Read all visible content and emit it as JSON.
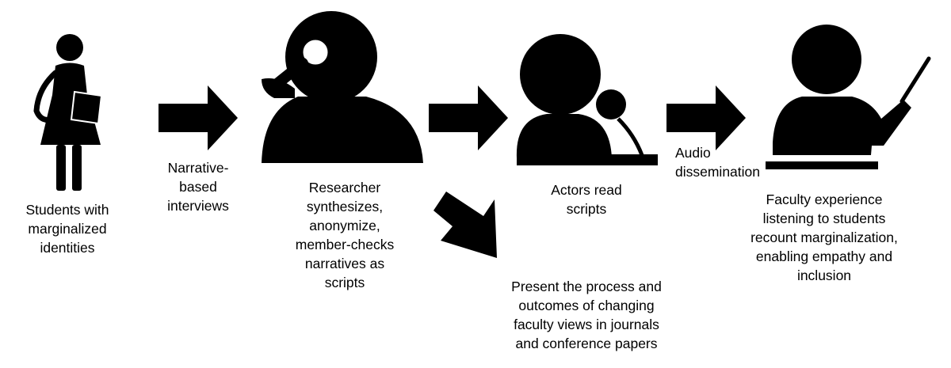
{
  "figure": "Process diagram",
  "steps": [
    {
      "icon": "student-icon",
      "label": "Students with\nmarginalized\nidentities"
    },
    {
      "icon": "researcher-magnifier-icon",
      "label": "Researcher\nsynthesizes,\nanonymize,\nmember-checks\nnarratives as\nscripts"
    },
    {
      "icon": "actor-microphone-icon",
      "label": "Actors read\nscripts"
    },
    {
      "icon": "teacher-pointer-icon",
      "label": "Faculty experience\nlistening to students\nrecount marginalization,\nenabling empathy and\ninclusion"
    }
  ],
  "connectors": [
    {
      "icon": "arrow-right-icon",
      "label": "Narrative-\nbased\ninterviews"
    },
    {
      "icon": "arrow-right-icon",
      "label": ""
    },
    {
      "icon": "arrow-right-icon",
      "label": "Audio\ndissemination"
    }
  ],
  "branch": {
    "icon": "arrow-down-right-icon",
    "label": "Present the process and\noutcomes of changing\nfaculty views in journals\nand conference papers"
  }
}
